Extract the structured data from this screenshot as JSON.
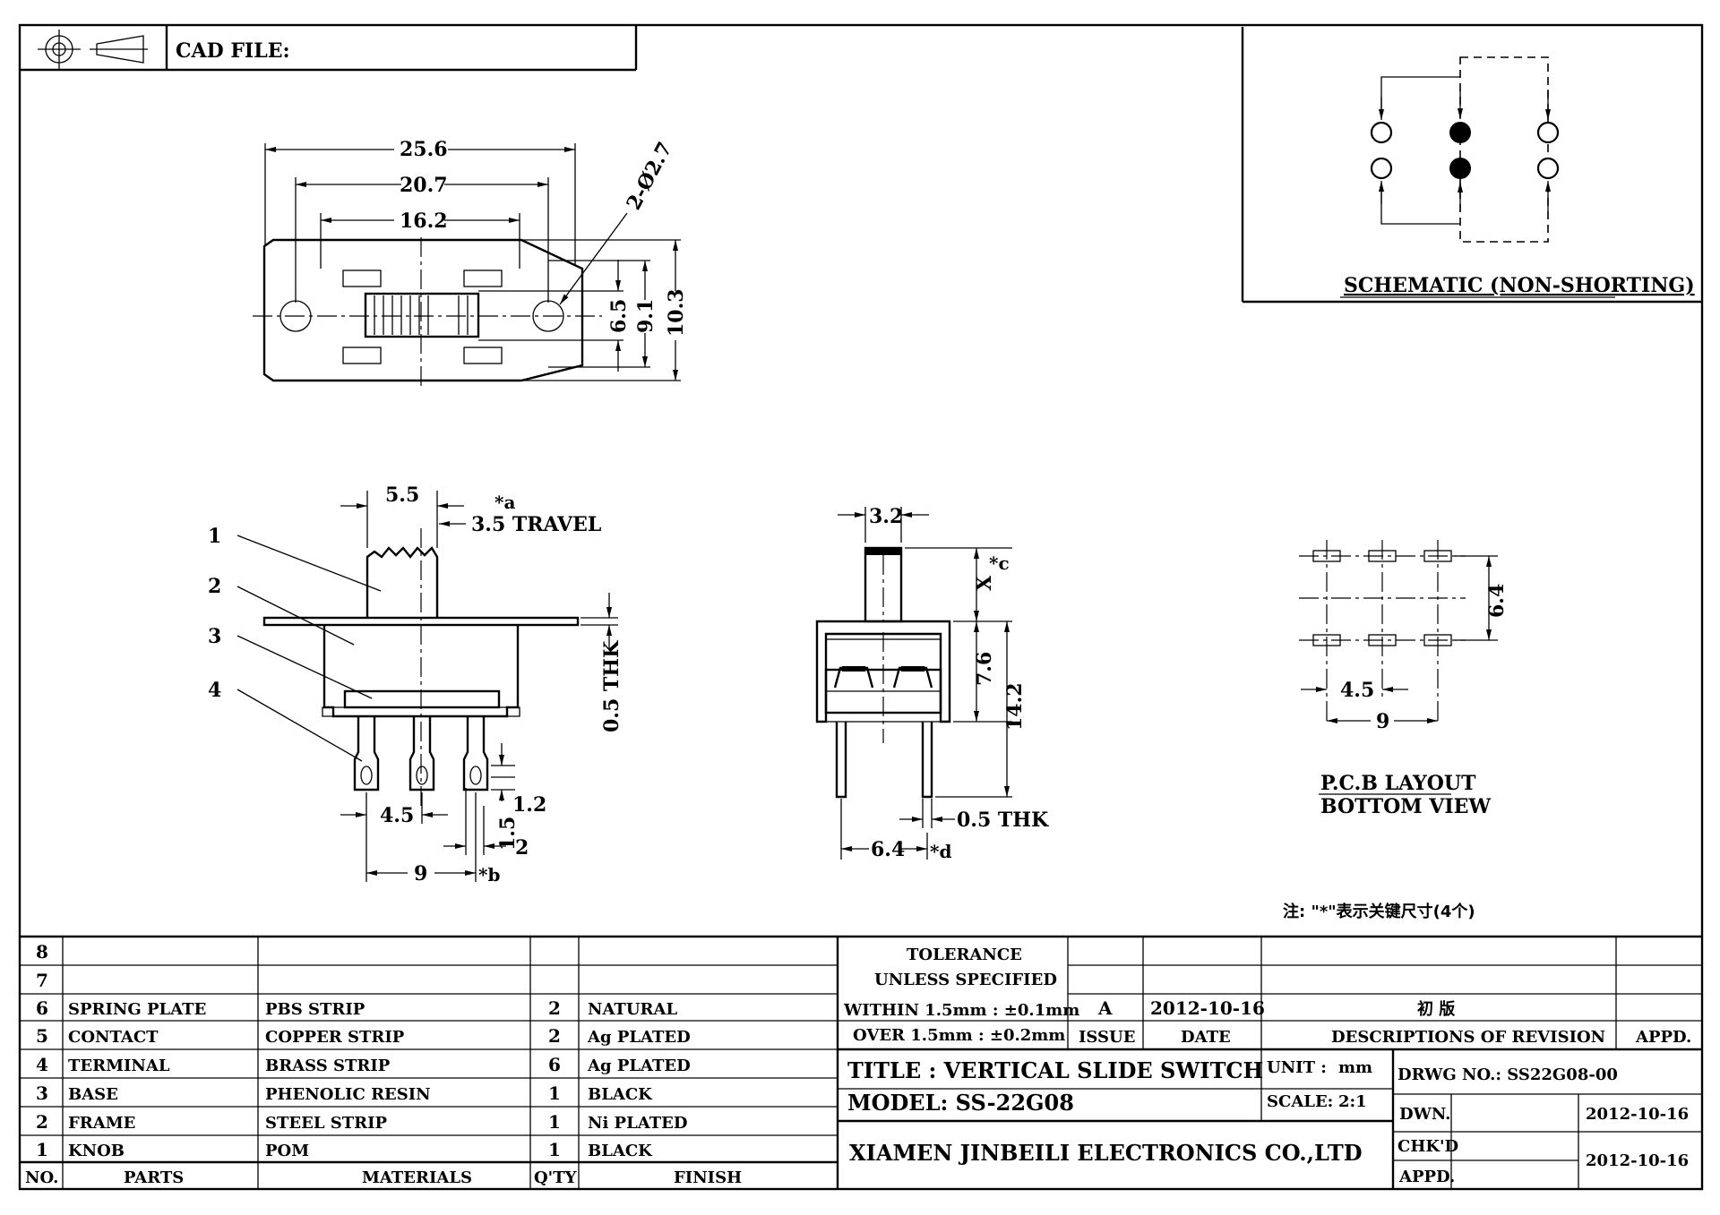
{
  "header": {
    "cad_label": "CAD FILE:"
  },
  "top_view": {
    "dims": [
      "25.6",
      "20.7",
      "16.2",
      "2-Ø2.7",
      "6.5",
      "9.1",
      "10.3"
    ]
  },
  "side_view": {
    "dims": [
      "5.5",
      "*a",
      "3.5 TRAVEL",
      "0.5 THK",
      "1.2",
      "1.5",
      "2",
      "4.5",
      "9",
      "*b"
    ],
    "callouts": [
      "1",
      "2",
      "3",
      "4"
    ]
  },
  "end_view": {
    "dims": [
      "3.2",
      "X",
      "*c",
      "7.6",
      "14.2",
      "0.5 THK",
      "6.4",
      "*d"
    ]
  },
  "schematic": {
    "title": "SCHEMATIC (NON-SHORTING)"
  },
  "pcb": {
    "dims": [
      "6.4",
      "4.5",
      "9"
    ],
    "title": "P.C.B LAYOUT",
    "subtitle": "BOTTOM VIEW"
  },
  "note": "注: \"*\"表示关键尺寸(4个)",
  "bom": {
    "rows": [
      {
        "no": "8",
        "part": "",
        "material": "",
        "qty": "",
        "finish": ""
      },
      {
        "no": "7",
        "part": "",
        "material": "",
        "qty": "",
        "finish": ""
      },
      {
        "no": "6",
        "part": "SPRING PLATE",
        "material": "PBS STRIP",
        "qty": "2",
        "finish": "NATURAL"
      },
      {
        "no": "5",
        "part": "CONTACT",
        "material": "COPPER STRIP",
        "qty": "2",
        "finish": "Ag PLATED"
      },
      {
        "no": "4",
        "part": "TERMINAL",
        "material": "BRASS STRIP",
        "qty": "6",
        "finish": "Ag PLATED"
      },
      {
        "no": "3",
        "part": "BASE",
        "material": "PHENOLIC RESIN",
        "qty": "1",
        "finish": "BLACK"
      },
      {
        "no": "2",
        "part": "FRAME",
        "material": "STEEL STRIP",
        "qty": "1",
        "finish": "Ni PLATED"
      },
      {
        "no": "1",
        "part": "KNOB",
        "material": "POM",
        "qty": "1",
        "finish": "BLACK"
      }
    ],
    "headers": {
      "no": "NO.",
      "part": "PARTS",
      "material": "MATERIALS",
      "qty": "Q'TY",
      "finish": "FINISH"
    }
  },
  "tolerance": {
    "line1": "TOLERANCE",
    "line2": "UNLESS SPECIFIED",
    "line3": "WITHIN 1.5mm : ±0.1mm",
    "line4": "OVER 1.5mm : ±0.2mm"
  },
  "revision": {
    "issue": "A",
    "date": "2012-10-16",
    "description": "初 版",
    "headers": {
      "issue": "ISSUE",
      "date": "DATE",
      "description": "DESCRIPTIONS OF REVISION",
      "appd": "APPD."
    }
  },
  "title_block": {
    "title": "TITLE : VERTICAL SLIDE SWITCH",
    "model": "MODEL: SS-22G08",
    "unit_label": "UNIT :",
    "unit": "mm",
    "scale_label": "SCALE:",
    "scale": "2:1",
    "drwg_no": "DRWG NO.: SS22G08-00",
    "company": "XIAMEN JINBEILI ELECTRONICS CO.,LTD",
    "dwn_label": "DWN.",
    "dwn_date": "2012-10-16",
    "chkd_label": "CHK'D",
    "chkd_date": "2012-10-16",
    "appd_label": "APPD."
  }
}
